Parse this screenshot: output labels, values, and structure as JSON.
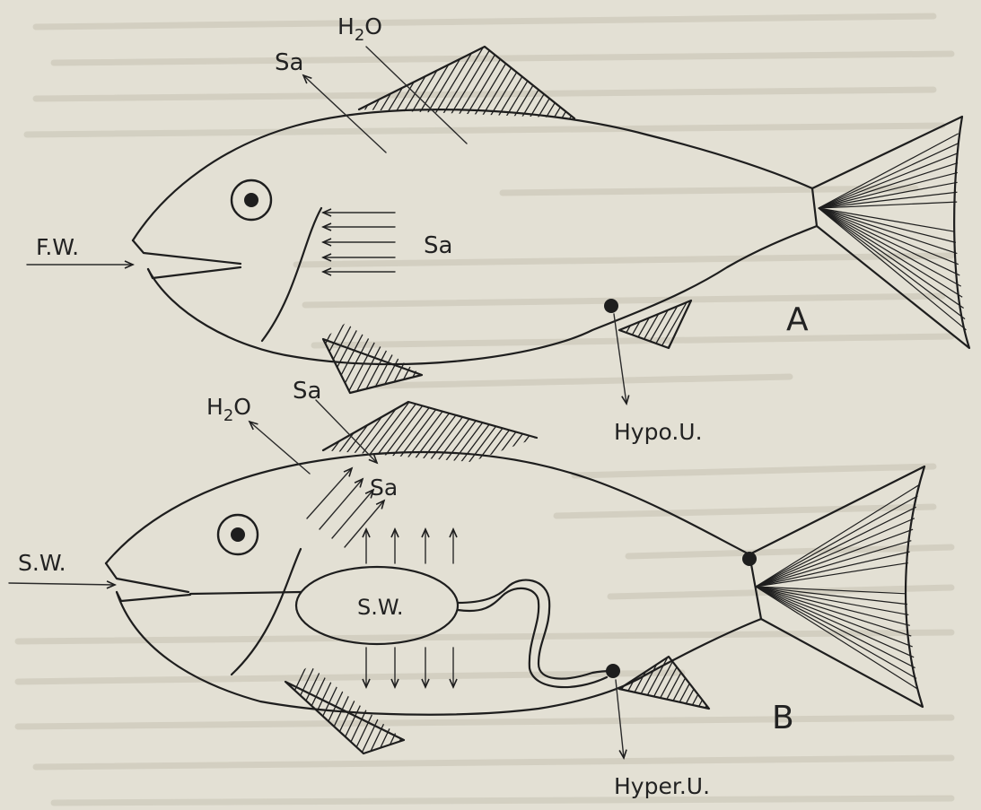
{
  "figure": {
    "fish_a": {
      "panel_label": "A",
      "medium_label": "F.W.",
      "water_label": "H2O",
      "water_label_base": "H",
      "water_label_sub": "2",
      "water_label_end": "O",
      "salt_out_label": "Sa",
      "salt_in_gills_label": "Sa",
      "urine_label": "Hypo.U."
    },
    "fish_b": {
      "panel_label": "B",
      "medium_label": "S.W.",
      "water_label": "H2O",
      "water_label_base": "H",
      "water_label_sub": "2",
      "water_label_end": "O",
      "salt_in_label": "Sa",
      "salt_out_gills_label": "Sa",
      "gut_label": "S.W.",
      "urine_label": "Hyper.U."
    }
  },
  "colors": {
    "paper": "#e3e0d4",
    "ink": "#1e1e1e"
  }
}
